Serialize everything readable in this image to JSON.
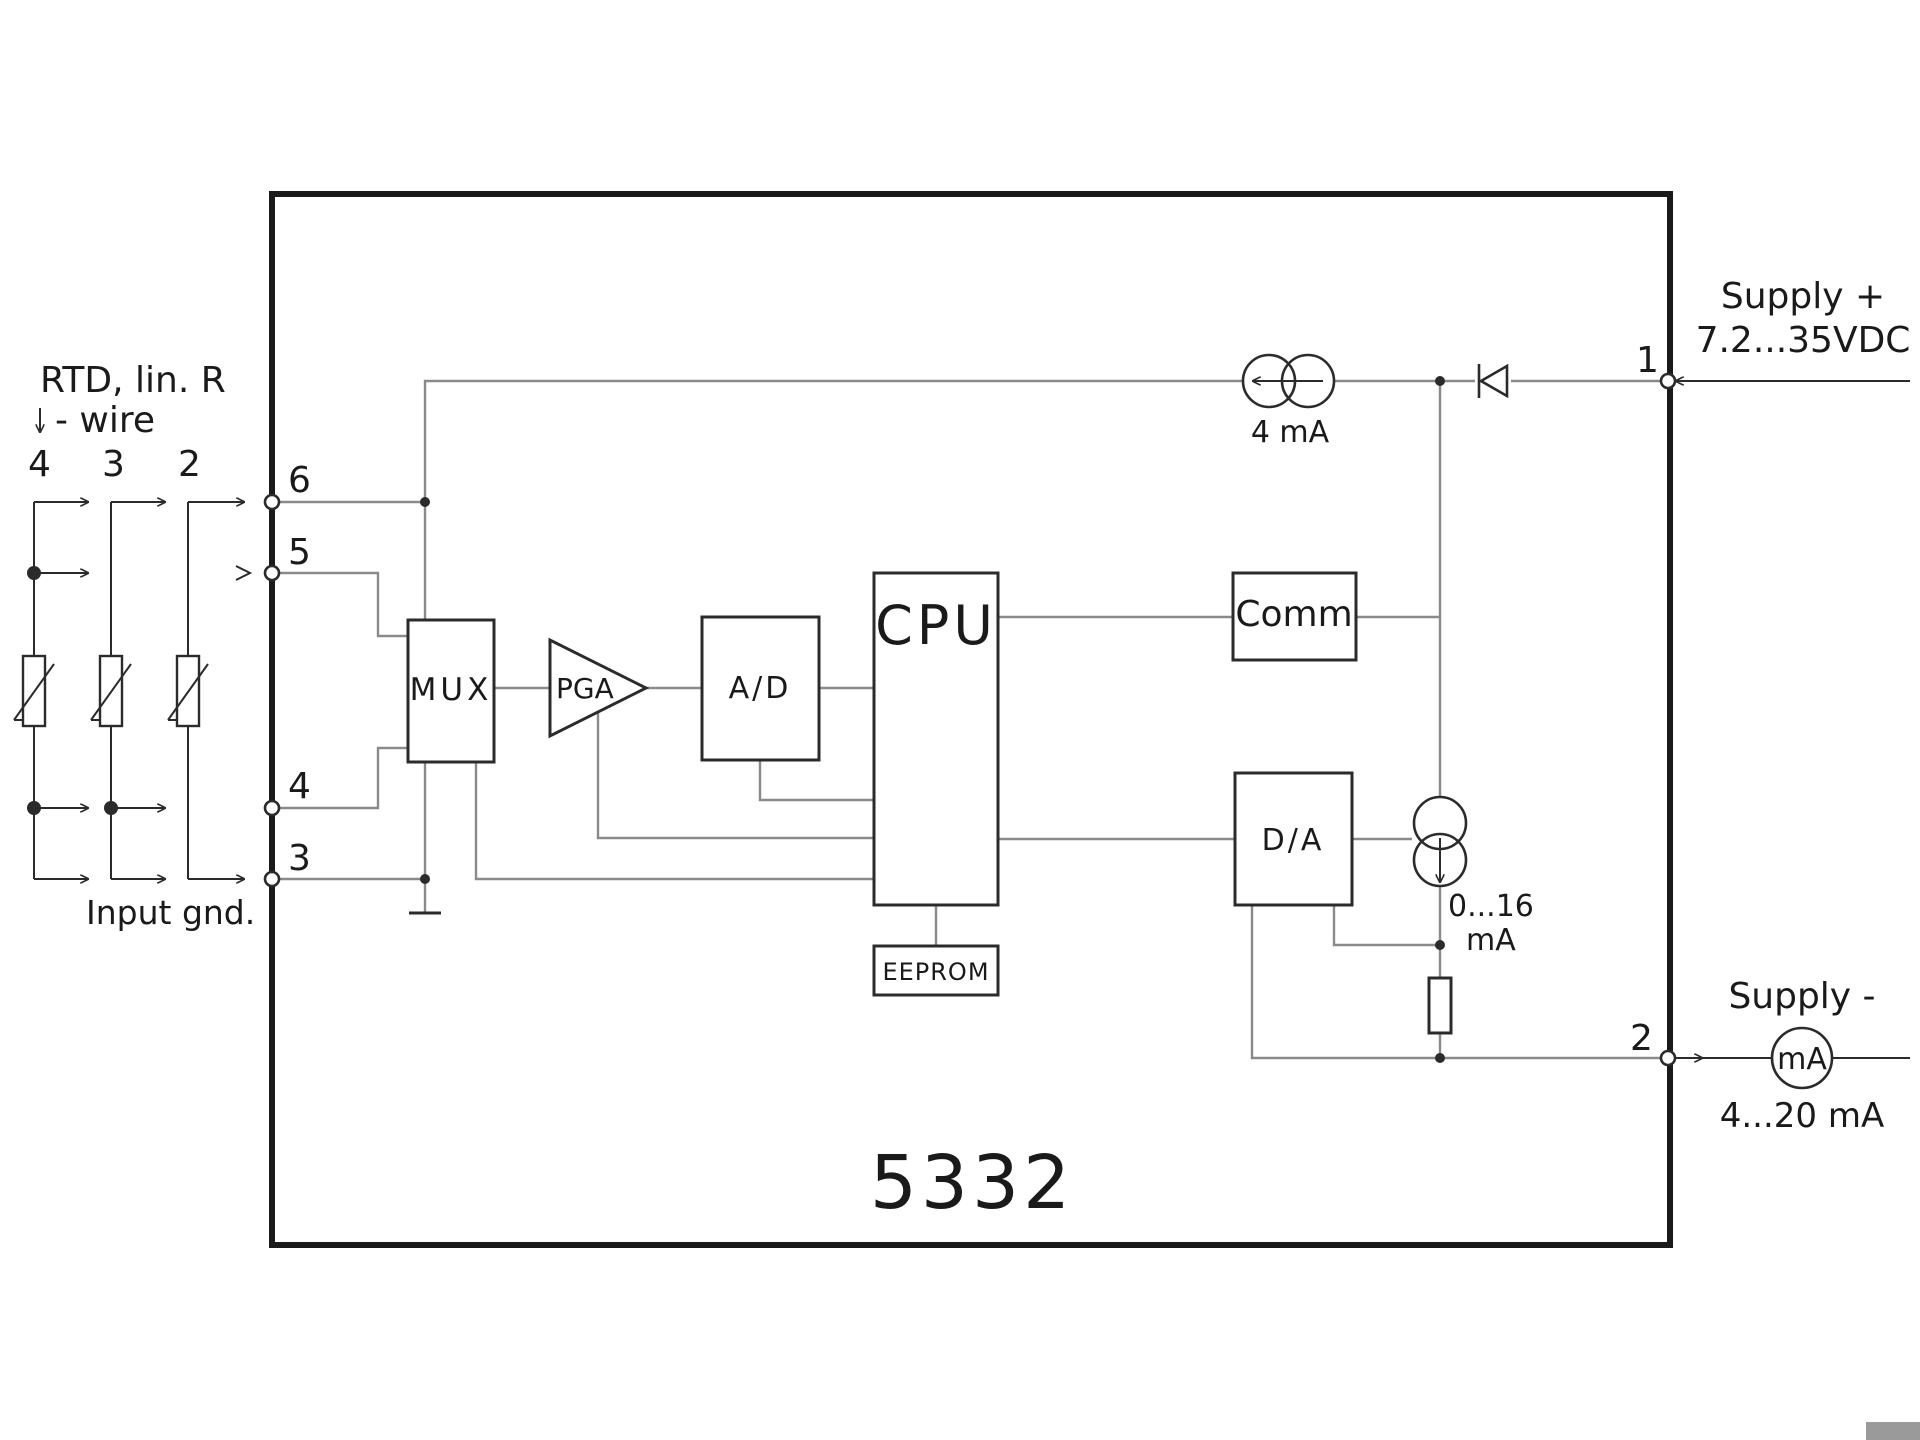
{
  "device": {
    "model": "5332"
  },
  "input": {
    "title_line1": "RTD, lin. R",
    "title_line2": "- wire",
    "wire_counts": [
      "4",
      "3",
      "2"
    ],
    "gnd_label": "Input gnd."
  },
  "terminals": {
    "t6": "6",
    "t5": "5",
    "t4": "4",
    "t3": "3",
    "t1": "1",
    "t2": "2"
  },
  "blocks": {
    "mux": "MUX",
    "pga": "PGA",
    "adc": "A/D",
    "cpu": "CPU",
    "comm": "Comm",
    "dac": "D/A",
    "eeprom": "EEPROM"
  },
  "sources": {
    "fixed_current": "4 mA",
    "variable_current_line1": "0...16",
    "variable_current_line2": "mA"
  },
  "supply": {
    "plus_line1": "Supply +",
    "plus_line2": "7.2...35VDC",
    "minus_line1": "Supply -",
    "meter": "mA",
    "output_range": "4...20 mA"
  }
}
